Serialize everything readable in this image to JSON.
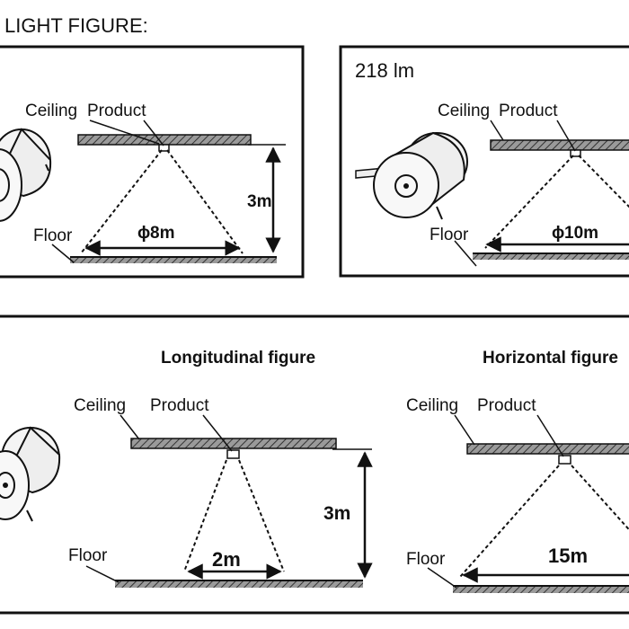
{
  "page_title": "LIGHT FIGURE:",
  "top_left": {
    "ceiling": "Ceiling",
    "product": "Product",
    "floor": "Floor",
    "height": "3m",
    "beam": "8m"
  },
  "top_right": {
    "lumen": "218 lm",
    "ceiling": "Ceiling",
    "product": "Product",
    "floor": "Floor",
    "beam": "10m"
  },
  "bottom_left": {
    "heading": "Longitudinal figure",
    "ceiling": "Ceiling",
    "product": "Product",
    "floor": "Floor",
    "height": "3m",
    "beam": "2m"
  },
  "bottom_right": {
    "heading": "Horizontal figure",
    "ceiling": "Ceiling",
    "product": "Product",
    "floor": "Floor",
    "beam": "15m"
  },
  "diameter_symbol": "ϕ",
  "colors": {
    "line": "#1a1a1a",
    "ceiling_fill": "#777777",
    "lamp_fill": "#f4f4f4"
  },
  "icons": [
    "downlight-fixture-icon",
    "double-arrow-icon",
    "diameter-symbol-icon"
  ]
}
